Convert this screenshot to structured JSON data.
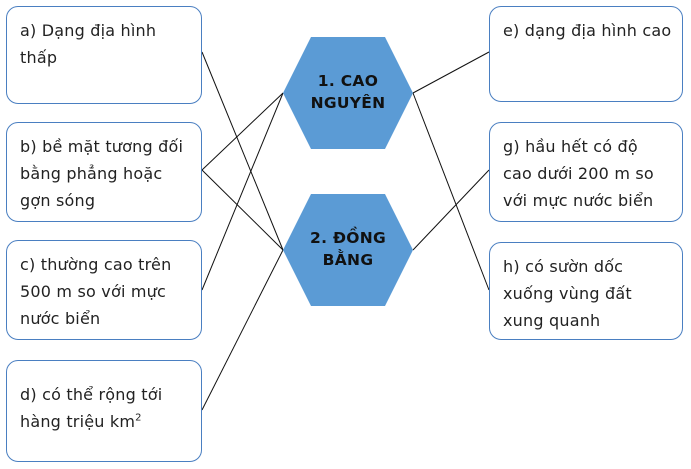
{
  "center": [
    {
      "label": "1. CAO NGUYÊN",
      "color": "#5b9bd5"
    },
    {
      "label": "2. ĐỒNG BẰNG",
      "color": "#5b9bd5"
    }
  ],
  "left": [
    {
      "id": "a",
      "text": "a) Dạng địa hình thấp"
    },
    {
      "id": "b",
      "text": "b) bề mặt tương đối bằng phẳng hoặc gợn sóng"
    },
    {
      "id": "c",
      "text": "c) thường cao trên 500 m so với mực nước biển"
    },
    {
      "id": "d",
      "text": "d) có thể rộng tới hàng triệu km",
      "sup": "2"
    }
  ],
  "right": [
    {
      "id": "e",
      "text": "e) dạng địa hình cao"
    },
    {
      "id": "g",
      "text": "g) hầu hết có độ cao dưới 200 m so với mực nước biển"
    },
    {
      "id": "h",
      "text": "h) có sườn dốc xuống vùng đất xung quanh"
    }
  ],
  "colors": {
    "box_border": "#4a7fc1",
    "hexagon": "#5b9bd5",
    "line": "#111111"
  }
}
